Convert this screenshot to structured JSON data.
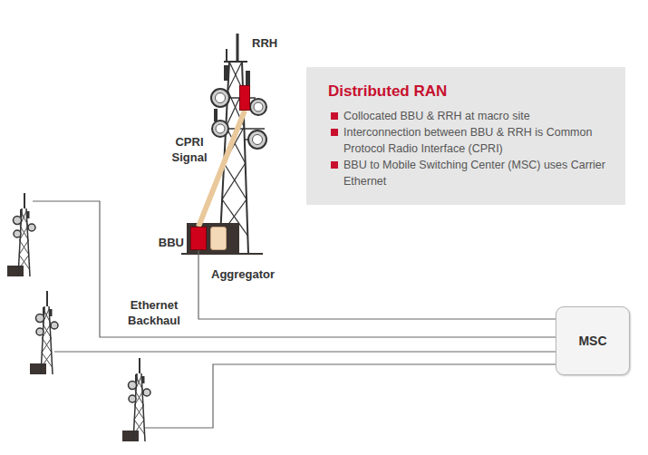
{
  "diagram": {
    "nodes": [
      {
        "text": [
          "Distributed RAN",
          "Collocated BBU & RRH at macro site",
          "Interconnection between BBU & RRH is Common Protocol Radio Interface (CPRI)",
          "BBU to Mobile Switching Center (MSC) uses Carrier Ethernet"
        ]
      },
      {
        "text": [
          "RRH"
        ]
      },
      {
        "text": [
          "BBU"
        ]
      },
      {
        "text": [
          "Aggregator"
        ]
      },
      {
        "text": [
          "MSC"
        ]
      }
    ],
    "edges": [
      {
        "from": 1,
        "to": 2,
        "label": "CPRI Signal",
        "arrow": "none"
      },
      {
        "from": 2,
        "to": 4,
        "arrow": "none"
      }
    ],
    "labels": [
      "Ethernet Backhaul"
    ]
  }
}
